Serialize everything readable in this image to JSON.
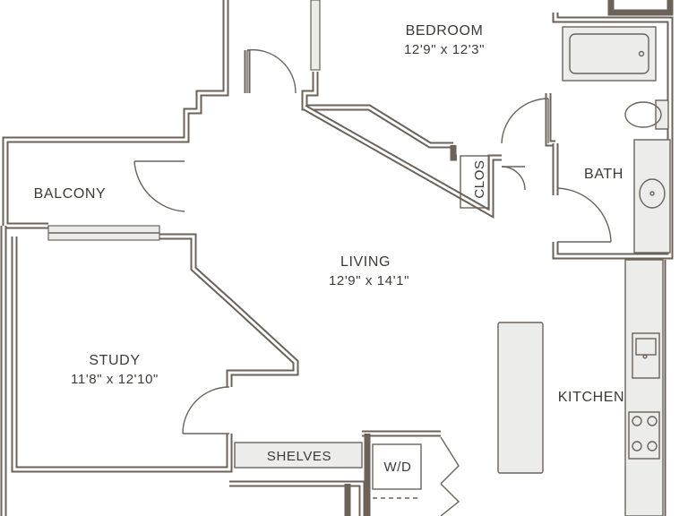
{
  "rooms": {
    "bedroom": {
      "name": "BEDROOM",
      "dims": "12'9\" x 12'3\""
    },
    "living": {
      "name": "LIVING",
      "dims": "12'9\" x 14'1\""
    },
    "study": {
      "name": "STUDY",
      "dims": "11'8\" x 12'10\""
    },
    "balcony": {
      "name": "BALCONY"
    },
    "bath": {
      "name": "BATH"
    },
    "kitchen": {
      "name": "KITCHEN"
    },
    "closet": {
      "name": "CLOS"
    },
    "shelves": {
      "name": "SHELVES"
    },
    "laundry": {
      "name": "W/D"
    }
  },
  "colors": {
    "wall": "#6b625a",
    "fixture_fill": "#ececea",
    "text": "#3c3a37",
    "background": "#ffffff"
  }
}
